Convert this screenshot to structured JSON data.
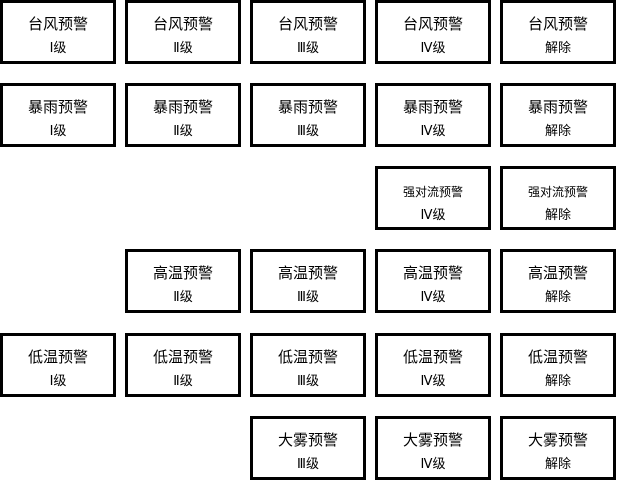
{
  "alerts": {
    "typhoon_1": {
      "name": "台风预警",
      "level": "Ⅰ级"
    },
    "typhoon_2": {
      "name": "台风预警",
      "level": "Ⅱ级"
    },
    "typhoon_3": {
      "name": "台风预警",
      "level": "Ⅲ级"
    },
    "typhoon_4": {
      "name": "台风预警",
      "level": "Ⅳ级"
    },
    "typhoon_clear": {
      "name": "台风预警",
      "level": "解除"
    },
    "rainstorm_1": {
      "name": "暴雨预警",
      "level": "Ⅰ级"
    },
    "rainstorm_2": {
      "name": "暴雨预警",
      "level": "Ⅱ级"
    },
    "rainstorm_3": {
      "name": "暴雨预警",
      "level": "Ⅲ级"
    },
    "rainstorm_4": {
      "name": "暴雨预警",
      "level": "Ⅳ级"
    },
    "rainstorm_clear": {
      "name": "暴雨预警",
      "level": "解除"
    },
    "convection_4": {
      "name": "强对流预警",
      "level": "Ⅳ级"
    },
    "convection_clear": {
      "name": "强对流预警",
      "level": "解除"
    },
    "hightemp_2": {
      "name": "高温预警",
      "level": "Ⅱ级"
    },
    "hightemp_3": {
      "name": "高温预警",
      "level": "Ⅲ级"
    },
    "hightemp_4": {
      "name": "高温预警",
      "level": "Ⅳ级"
    },
    "hightemp_clear": {
      "name": "高温预警",
      "level": "解除"
    },
    "lowtemp_1": {
      "name": "低温预警",
      "level": "Ⅰ级"
    },
    "lowtemp_2": {
      "name": "低温预警",
      "level": "Ⅱ级"
    },
    "lowtemp_3": {
      "name": "低温预警",
      "level": "Ⅲ级"
    },
    "lowtemp_4": {
      "name": "低温预警",
      "level": "Ⅳ级"
    },
    "lowtemp_clear": {
      "name": "低温预警",
      "level": "解除"
    },
    "fog_3": {
      "name": "大雾预警",
      "level": "Ⅲ级"
    },
    "fog_4": {
      "name": "大雾预警",
      "level": "Ⅳ级"
    },
    "fog_clear": {
      "name": "大雾预警",
      "level": "解除"
    }
  }
}
